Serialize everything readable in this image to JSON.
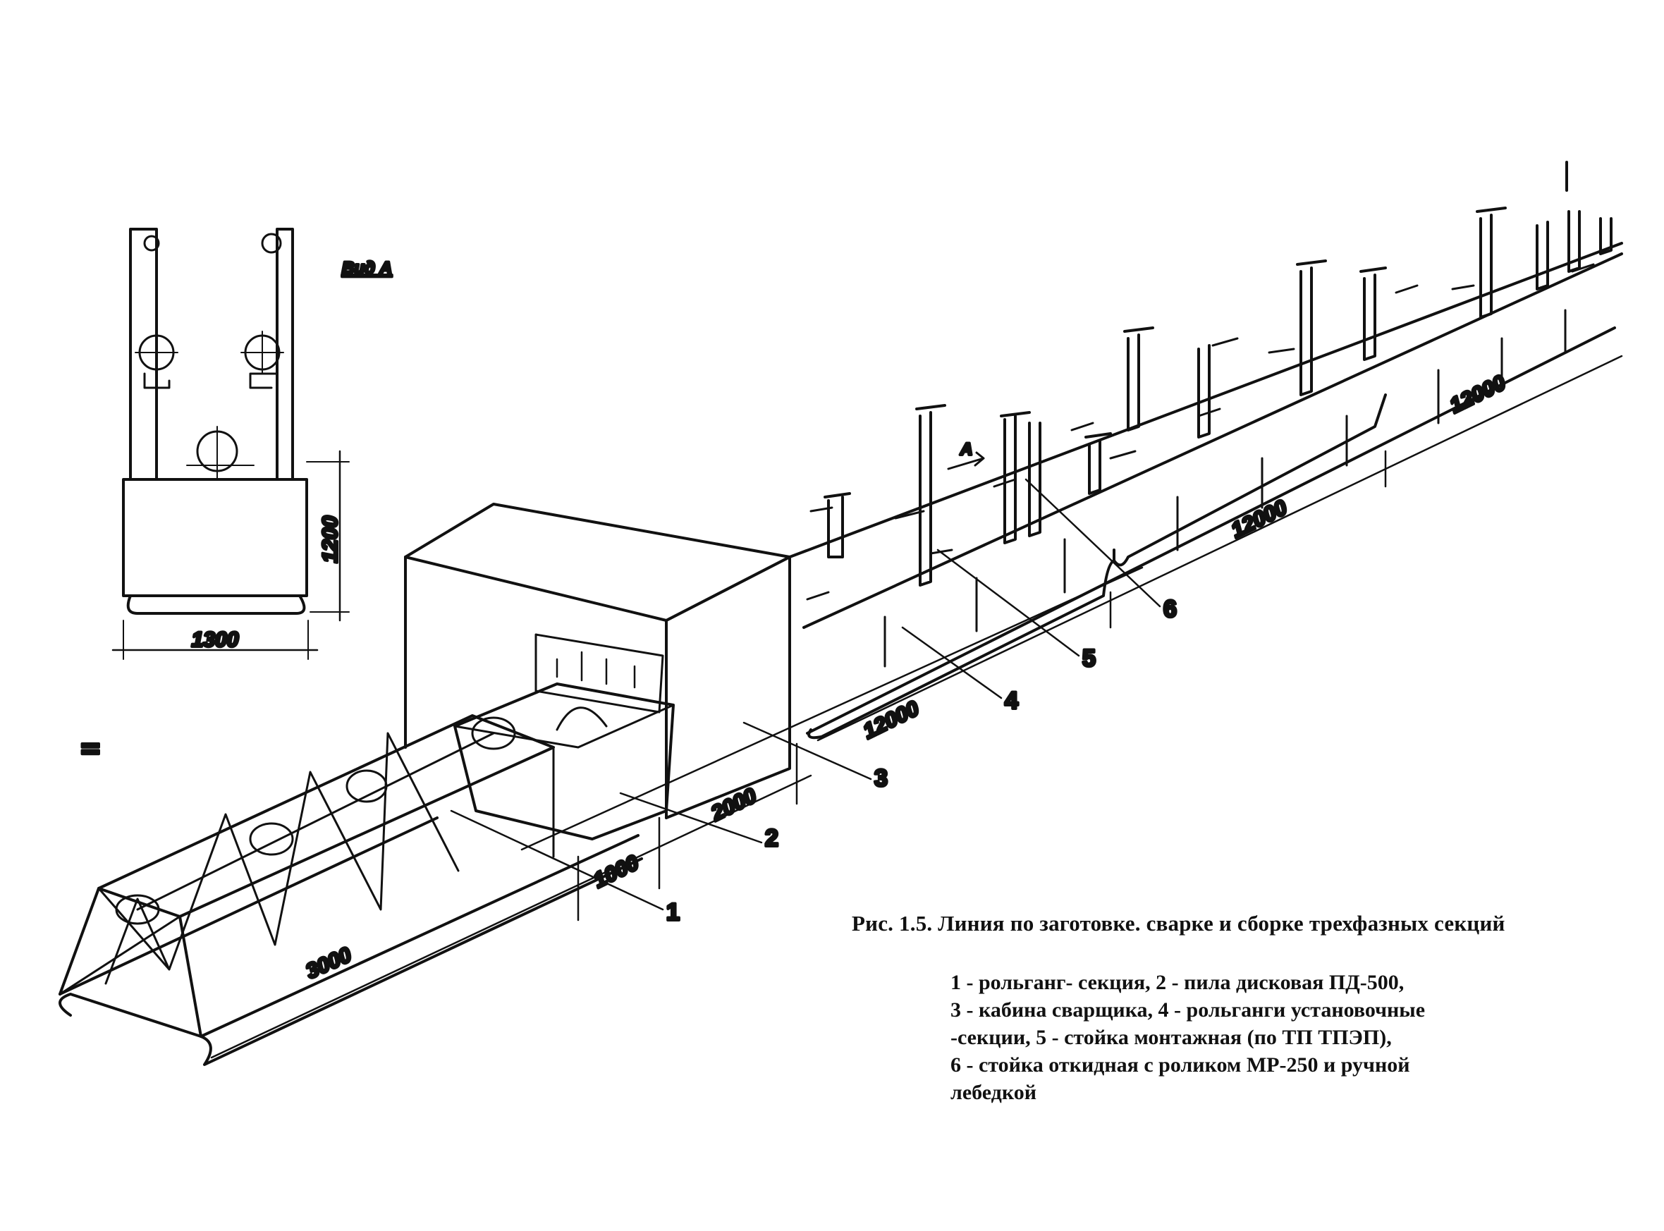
{
  "view_label": "Вид А",
  "arrow_label": "А",
  "side_mark": "II",
  "top_mark": "I",
  "inset_dims": {
    "height": "1200",
    "width": "1300"
  },
  "dims": {
    "d3000": "3000",
    "d1000": "1000",
    "d2000": "2000",
    "d12000_a": "12000",
    "d12000_b": "12000",
    "d12000_c": "12000"
  },
  "labels": {
    "l1": "1",
    "l2": "2",
    "l3": "3",
    "l4": "4",
    "l5": "5",
    "l6": "6"
  },
  "caption": {
    "title": "Рис. 1.5. Линия по заготовке. сварке и сборке трехфазных секций",
    "legend": [
      "1 - рольганг- секция, 2 - пила дисковая ПД-500,",
      "3 - кабина сварщика, 4 - рольганги установочные",
      "-секции, 5 - стойка монтажная (по ТП ТПЭП),",
      "6 - стойка откидная с роликом МР-250 и ручной",
      "лебедкой"
    ]
  }
}
